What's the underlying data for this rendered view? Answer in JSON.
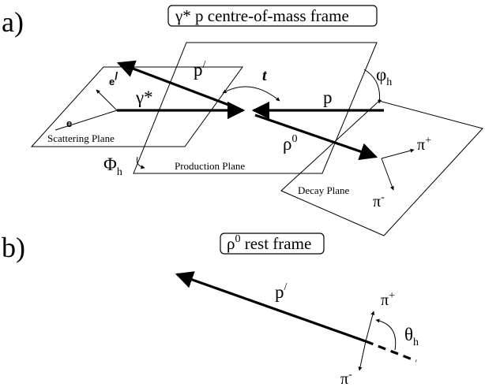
{
  "panel_a": {
    "letter": "a)",
    "frame_title_symbol": "γ*",
    "frame_title_text": " p  centre-of-mass frame",
    "labels": {
      "p_prime": "p",
      "p_prime_mark": "/",
      "t": "t",
      "phi_small": "φ",
      "phi_small_sub": "h",
      "e_prime": "e",
      "e_prime_mark": "/",
      "gamma_star": "γ*",
      "p": "p",
      "e": "e",
      "rho": "ρ",
      "rho_sup": "0",
      "pi_plus": "π",
      "pi_plus_sup": "+",
      "pi_minus": "π",
      "pi_minus_sup": "-",
      "phi_big": "Φ",
      "phi_big_sub": "h"
    },
    "planes": {
      "scattering": "Scattering Plane",
      "production": "Production Plane",
      "decay": "Decay Plane"
    }
  },
  "panel_b": {
    "letter": "b)",
    "frame_title_symbol": "ρ",
    "frame_title_sup": "0",
    "frame_title_text": "  rest frame",
    "labels": {
      "p_prime": "p",
      "p_prime_mark": "/",
      "pi_plus": "π",
      "pi_plus_sup": "+",
      "theta": "θ",
      "theta_sub": "h",
      "pi_minus": "π",
      "pi_minus_sup": "-"
    }
  }
}
